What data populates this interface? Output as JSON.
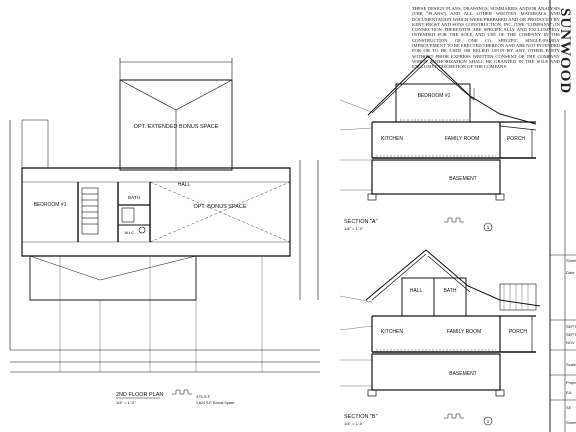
{
  "disclaimer": "These design plans, drawings, summaries and/or analysis (the \"Plans\") and all other written materials and documentation which were prepared and or produced by Kent Frost and Sons Construction, Inc. (the \"Company\") in connection therewith are specifically and exclusively intended for the sole and use of the Company in the construction of one (1) specific single-family improvement to be erected thereon and are not intended for or to be used or relied upon by any other party without prior express written consent of the Company which authorization shall be granted in the sole and exclusive discretion of the Company.",
  "title_block": {
    "name": "SUNWOOD",
    "cells": [
      "Sheet",
      "Date",
      "SEPT",
      "SEPT",
      "NOV",
      "Scale",
      "Project",
      "EA",
      "SE",
      "Sheet"
    ]
  },
  "floor_plan": {
    "title": "2ND FLOOR PLAN",
    "scale": "1/4\" = 1'-0\"",
    "area": "475 S.F.",
    "area_note": "1,624 S.F. Bonus Space",
    "rooms": {
      "opt_extended": "OPT. EXTENDED BONUS SPACE",
      "opt_bonus": "OPT. BONUS SPACE",
      "bedroom": "BEDROOM #1",
      "hall": "HALL",
      "bath": "BATH",
      "wic": "W.I.C."
    }
  },
  "section_a": {
    "title": "SECTION \"A\"",
    "scale": "1/4\" = 1'-0\"",
    "number": "1",
    "rooms": {
      "bedroom": "BEDROOM #1",
      "kitchen": "KITCHEN",
      "family": "FAMILY ROOM",
      "porch": "PORCH",
      "basement": "BASEMENT"
    }
  },
  "section_b": {
    "title": "SECTION \"B\"",
    "scale": "1/4\" = 1'-0\"",
    "number": "1",
    "rooms": {
      "hall": "HALL",
      "bath": "BATH",
      "kitchen": "KITCHEN",
      "family": "FAMILY ROOM",
      "porch": "PORCH",
      "basement": "BASEMENT"
    }
  }
}
